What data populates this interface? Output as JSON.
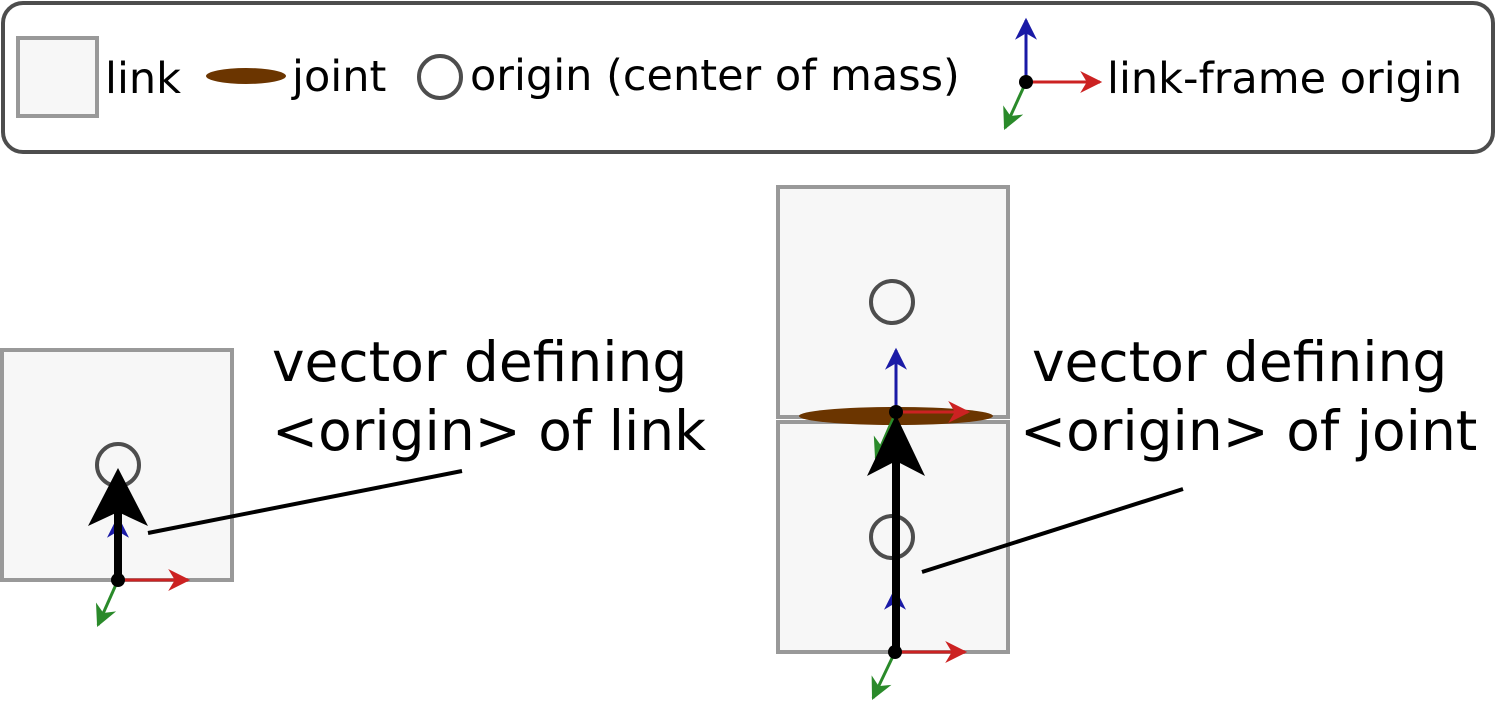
{
  "legend": {
    "link": "link",
    "joint": "joint",
    "origin": "origin (center of mass)",
    "frame": "link-frame origin"
  },
  "callouts": {
    "link_line1": "vector defining",
    "link_line2": "<origin> of link",
    "joint_line1": "vector defining",
    "joint_line2": "<origin> of joint"
  },
  "colors": {
    "link_fill": "#f7f7f7",
    "link_stroke": "#999999",
    "joint": "#6b3500",
    "circle": "#4d4d4d",
    "axis_x": "#cc2222",
    "axis_y": "#2a8a2a",
    "axis_z": "#1a1aa6",
    "vector": "#000000"
  }
}
